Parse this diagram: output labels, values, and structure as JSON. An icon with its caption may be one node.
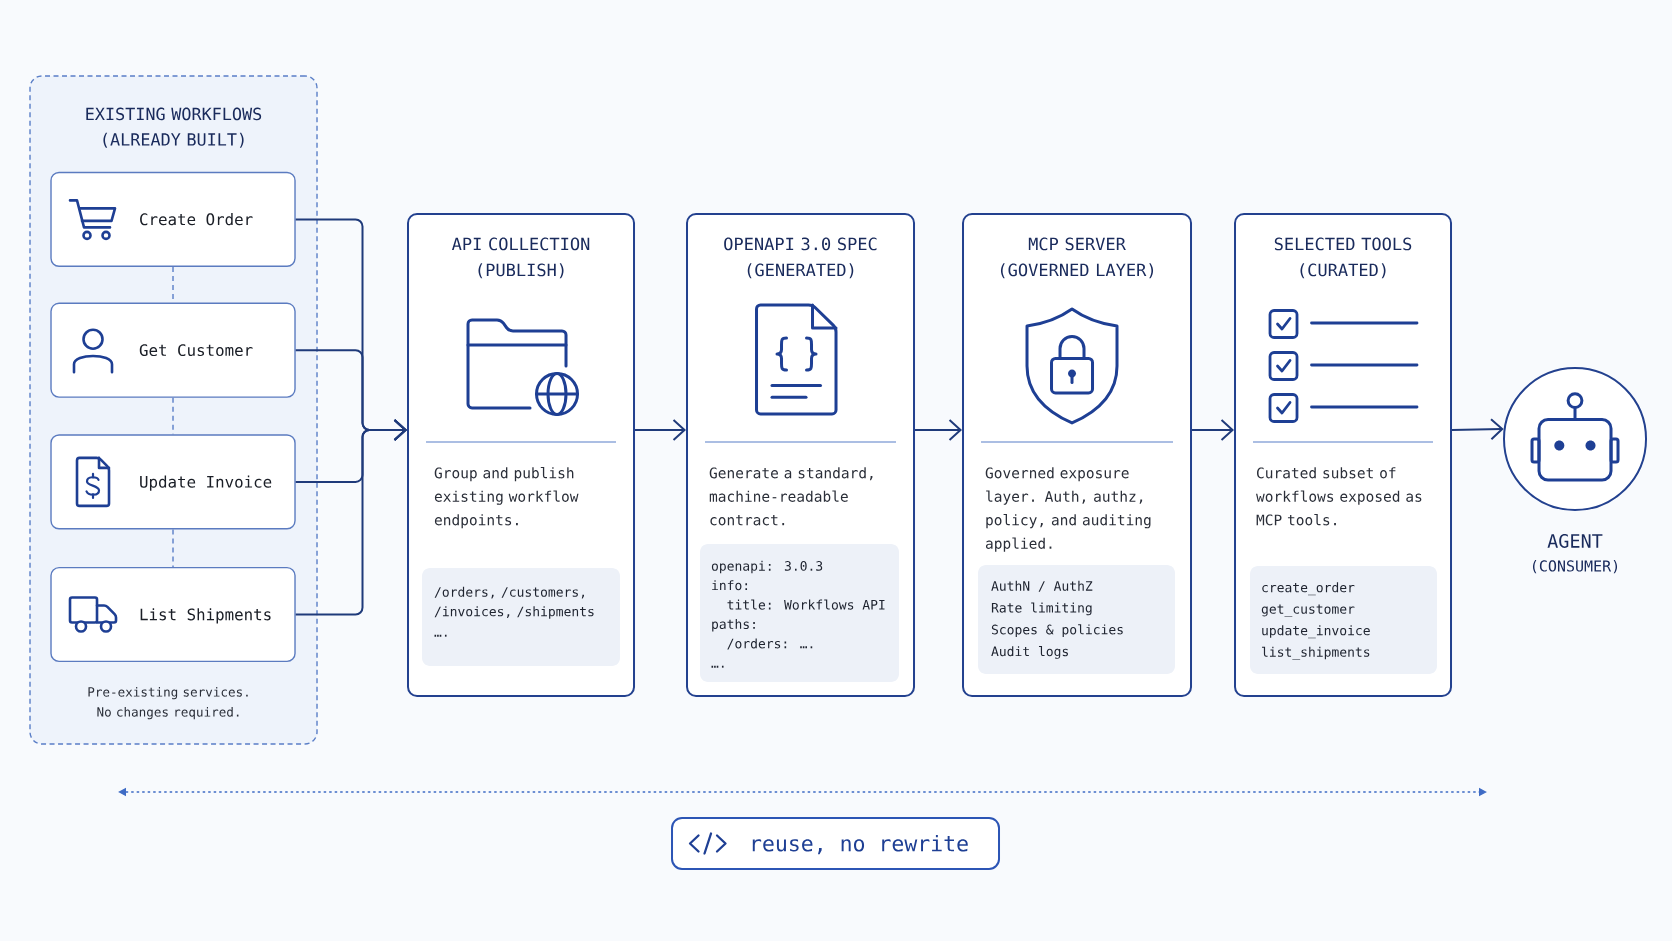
{
  "diagram": {
    "nodes": [
      {
        "text": [
          "EXISTING WORKFLOWS (ALREADY BUILT)",
          "Pre-existing services. No changes required."
        ]
      },
      {
        "text": [
          "Create Order"
        ],
        "in": 0
      },
      {
        "text": [
          "Get Customer"
        ],
        "in": 0
      },
      {
        "text": [
          "Update Invoice"
        ],
        "in": 0
      },
      {
        "text": [
          "List Shipments"
        ],
        "in": 0
      },
      {
        "text": [
          "API COLLECTION (PUBLISH)",
          "Group and publish existing workflow endpoints."
        ]
      },
      {
        "text": [
          "/orders, /customers, /invoices, /shipments",
          "…."
        ],
        "in": 5
      },
      {
        "text": [
          "OPENAPI 3.0 SPEC (GENERATED)",
          "Generate a standard, machine-readable contract."
        ]
      },
      {
        "text": [
          "openapi: 3.0.3",
          "info:",
          "title: Workflows API",
          "paths:",
          "/orders: ….",
          "…."
        ],
        "in": 7
      },
      {
        "text": [
          "MCP SERVER (GOVERNED LAYER)",
          "Governed exposure layer. Auth, authz, policy, and auditing applied."
        ]
      },
      {
        "text": [
          "AuthN / AuthZ",
          "Rate limiting",
          "Scopes & policies",
          "Audit logs"
        ],
        "in": 9
      },
      {
        "text": [
          "SELECTED TOOLS (CURATED)",
          "Curated subset of workflows exposed as MCP tools."
        ]
      },
      {
        "text": [
          "create_order",
          "get_customer",
          "update_invoice",
          "list_shipments"
        ],
        "in": 11
      },
      {
        "text": [
          "AGENT",
          "(CONSUMER)"
        ]
      },
      {
        "text": [
          "reuse, no rewrite"
        ]
      }
    ],
    "edges": [
      {
        "from": 1,
        "to": 2,
        "arrow": "none",
        "style": "dashed",
        "color": "#5a7ec7"
      },
      {
        "from": 2,
        "to": 3,
        "arrow": "none",
        "style": "dashed",
        "color": "#5a7ec7"
      },
      {
        "from": 3,
        "to": 4,
        "arrow": "none",
        "style": "dashed",
        "color": "#5a7ec7"
      },
      {
        "from": 1,
        "to": 5,
        "arrow": "to"
      },
      {
        "from": 2,
        "to": 5,
        "arrow": "to"
      },
      {
        "from": 3,
        "to": 5,
        "arrow": "to"
      },
      {
        "from": 4,
        "to": 5,
        "arrow": "to"
      },
      {
        "from": 5,
        "to": 7,
        "arrow": "to"
      },
      {
        "from": 7,
        "to": 9,
        "arrow": "to"
      },
      {
        "from": 9,
        "to": 11,
        "arrow": "to"
      },
      {
        "from": 11,
        "to": 13,
        "arrow": "to"
      }
    ]
  }
}
